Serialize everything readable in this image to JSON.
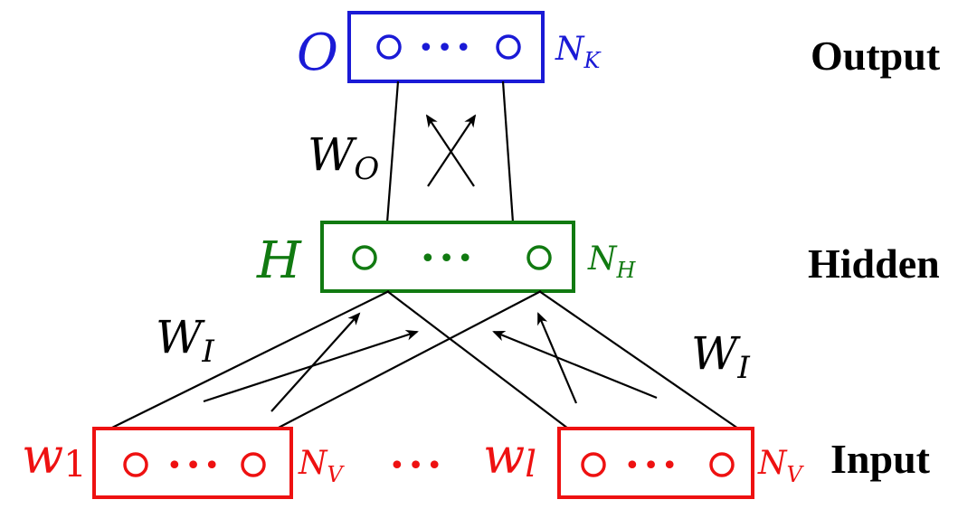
{
  "colors": {
    "output": "#1a1ad6",
    "hidden": "#117a11",
    "input": "#ee1111",
    "edge": "#000000"
  },
  "layers": {
    "output": {
      "symbol": "O",
      "size_base": "N",
      "size_sub": "K",
      "dots": "•••",
      "side_label": "Output"
    },
    "hidden": {
      "symbol": "H",
      "size_base": "N",
      "size_sub": "H",
      "dots": "•••",
      "side_label": "Hidden"
    },
    "inputs": [
      {
        "symbol_base": "w",
        "symbol_sub": "1",
        "size_base": "N",
        "size_sub": "V",
        "dots": "•••"
      },
      {
        "symbol_base": "w",
        "symbol_sub": "l",
        "size_base": "N",
        "size_sub": "V",
        "dots": "•••"
      }
    ],
    "input_side_label": "Input",
    "between_inputs_dots": "•••"
  },
  "weights": {
    "output": {
      "base": "W",
      "sub": "O"
    },
    "input_left": {
      "base": "W",
      "sub": "I"
    },
    "input_right": {
      "base": "W",
      "sub": "I"
    }
  }
}
